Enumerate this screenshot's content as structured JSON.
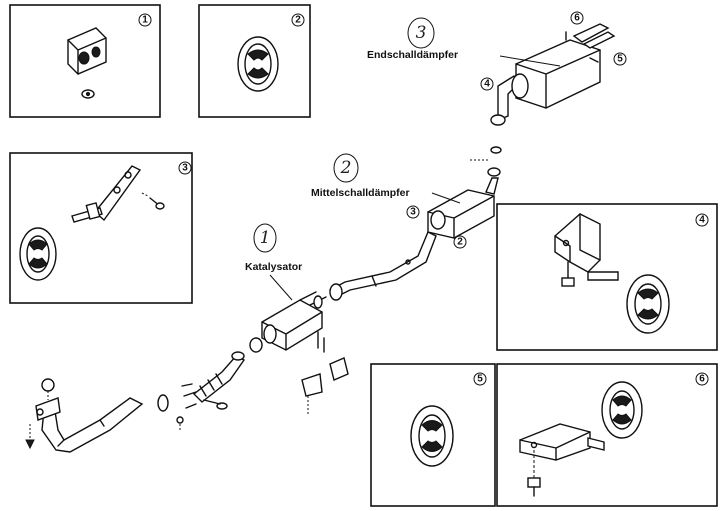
{
  "labels": {
    "endschalldaempfer": "Endschalldämpfer",
    "mittelschalldaempfer": "Mittelschalldämpfer",
    "katalysator": "Katalysator"
  },
  "handwritten": {
    "catalyst": "1",
    "middle": "2",
    "end": "3"
  },
  "detail_boxes": [
    {
      "id": "1"
    },
    {
      "id": "2"
    },
    {
      "id": "3"
    },
    {
      "id": "4"
    },
    {
      "id": "5"
    },
    {
      "id": "6"
    }
  ],
  "callouts": {
    "c2": "2",
    "c3": "3",
    "c4": "4",
    "c5": "5",
    "c6": "6"
  }
}
